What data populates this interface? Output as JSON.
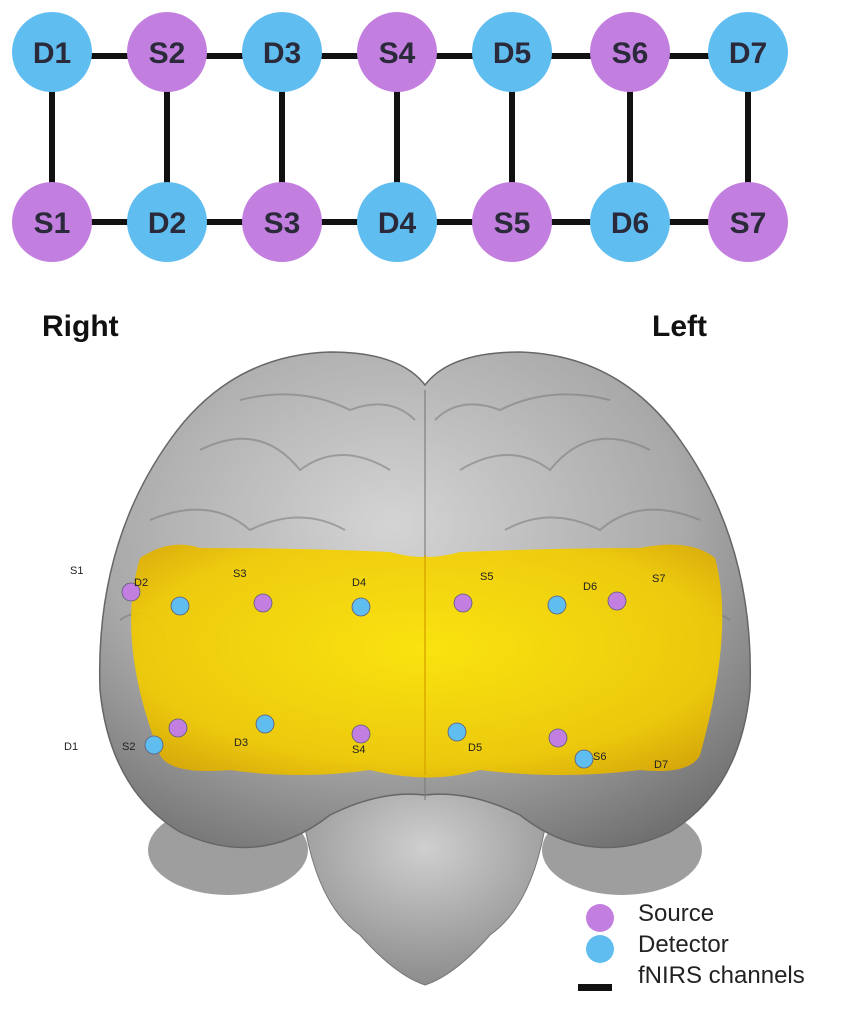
{
  "diagram": {
    "top_nodes": [
      {
        "label": "D1",
        "type": "detector"
      },
      {
        "label": "S2",
        "type": "source"
      },
      {
        "label": "D3",
        "type": "detector"
      },
      {
        "label": "S4",
        "type": "source"
      },
      {
        "label": "D5",
        "type": "detector"
      },
      {
        "label": "S6",
        "type": "source"
      },
      {
        "label": "D7",
        "type": "detector"
      }
    ],
    "bottom_nodes": [
      {
        "label": "S1",
        "type": "source"
      },
      {
        "label": "D2",
        "type": "detector"
      },
      {
        "label": "S3",
        "type": "source"
      },
      {
        "label": "D4",
        "type": "detector"
      },
      {
        "label": "S5",
        "type": "source"
      },
      {
        "label": "D6",
        "type": "detector"
      },
      {
        "label": "S7",
        "type": "source"
      }
    ]
  },
  "labels": {
    "right": "Right",
    "left": "Left"
  },
  "brain_markers": [
    {
      "text": "S1"
    },
    {
      "text": "D2"
    },
    {
      "text": "S3"
    },
    {
      "text": "D4"
    },
    {
      "text": "S5"
    },
    {
      "text": "D6"
    },
    {
      "text": "S7"
    },
    {
      "text": "D1"
    },
    {
      "text": "S2"
    },
    {
      "text": "D3"
    },
    {
      "text": "S4"
    },
    {
      "text": "D5"
    },
    {
      "text": "S6"
    },
    {
      "text": "D7"
    }
  ],
  "legend": {
    "source": "Source",
    "detector": "Detector",
    "channels": "fNIRS channels"
  },
  "colors": {
    "source": "#c37fe0",
    "detector": "#60bdf0",
    "channel": "#111111",
    "brain": "#b3b3b3",
    "overlay": "#f2d000"
  }
}
